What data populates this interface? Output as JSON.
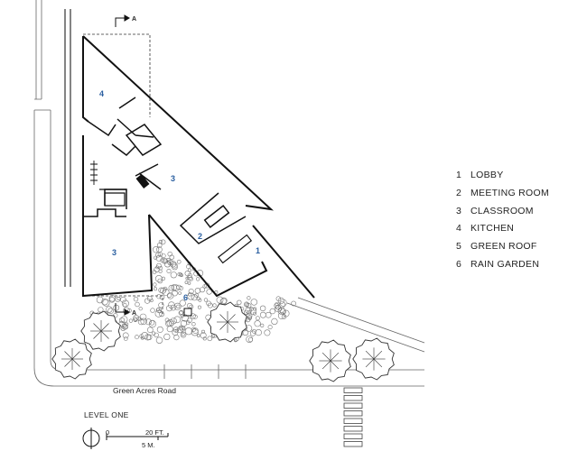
{
  "legend": [
    {
      "num": "1",
      "label": "LOBBY"
    },
    {
      "num": "2",
      "label": "MEETING ROOM"
    },
    {
      "num": "3",
      "label": "CLASSROOM"
    },
    {
      "num": "4",
      "label": "KITCHEN"
    },
    {
      "num": "5",
      "label": "GREEN ROOF"
    },
    {
      "num": "6",
      "label": "RAIN GARDEN"
    }
  ],
  "rooms": [
    "4",
    "3",
    "2",
    "1",
    "3",
    "6"
  ],
  "section_marks": [
    "A",
    "A"
  ],
  "road_label": "Green Acres Road",
  "level_label": "LEVEL ONE",
  "scale": {
    "ft_zero": "0",
    "ft_max": "20 FT.",
    "m_max": "5 M."
  },
  "colors": {
    "line": "#111111",
    "room_number": "#2a5fa0",
    "label": "#222222"
  }
}
